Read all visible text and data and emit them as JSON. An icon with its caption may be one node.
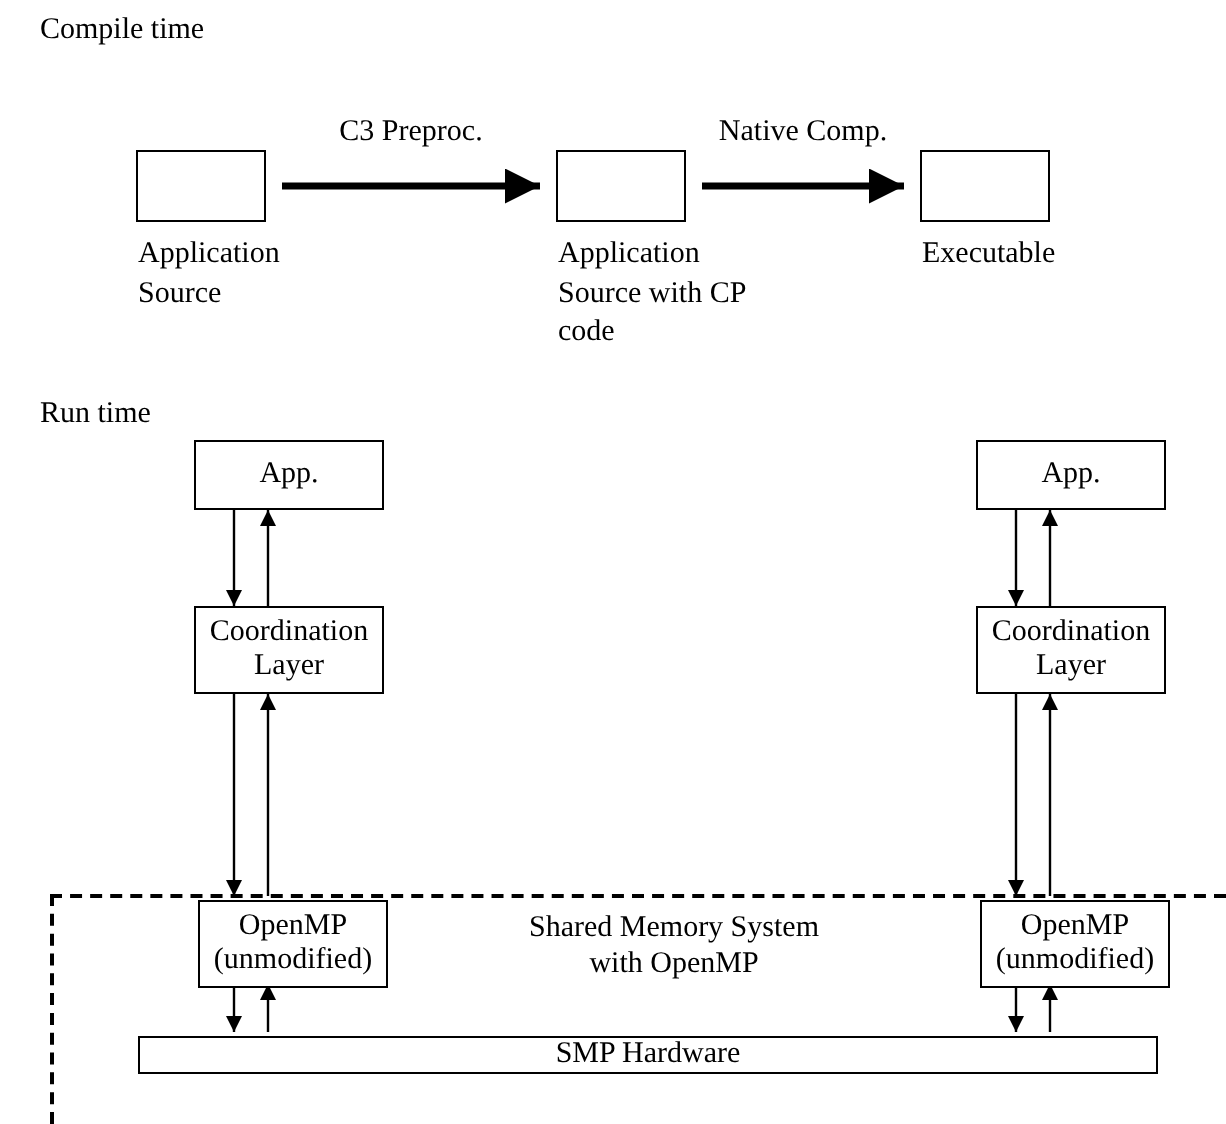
{
  "diagram": {
    "nodes": [
      {
        "text": [],
        "shape": "box",
        "beside": [
          "Application Source"
        ]
      },
      {
        "text": [],
        "shape": "box",
        "beside": [
          "Application Source with CP code"
        ]
      },
      {
        "text": [],
        "shape": "box",
        "beside": [
          "Executable"
        ]
      },
      {
        "text": [
          "App."
        ]
      },
      {
        "text": [
          "App."
        ]
      },
      {
        "text": [
          "Coordination Layer"
        ]
      },
      {
        "text": [
          "Coordination Layer"
        ]
      },
      {
        "text": [
          "Shared Memory System with OpenMP"
        ]
      },
      {
        "text": [
          "OpenMP (unmodified)"
        ],
        "in": 7
      },
      {
        "text": [
          "OpenMP (unmodified)"
        ],
        "in": 7
      },
      {
        "text": [
          "SMP Hardware"
        ],
        "in": 7
      }
    ],
    "edges": [
      {
        "from": 0,
        "to": 1,
        "arrow": "to",
        "label": "C3 Preproc.",
        "style": "thick"
      },
      {
        "from": 1,
        "to": 2,
        "arrow": "to",
        "label": "Native Comp.",
        "style": "thick"
      },
      {
        "from": 3,
        "to": 5,
        "arrow": "to"
      },
      {
        "from": 5,
        "to": 3,
        "arrow": "to"
      },
      {
        "from": 4,
        "to": 6,
        "arrow": "to"
      },
      {
        "from": 6,
        "to": 4,
        "arrow": "to"
      },
      {
        "from": 5,
        "to": 8,
        "arrow": "to"
      },
      {
        "from": 8,
        "to": 5,
        "arrow": "to"
      },
      {
        "from": 6,
        "to": 9,
        "arrow": "to"
      },
      {
        "from": 9,
        "to": 6,
        "arrow": "to"
      },
      {
        "from": 8,
        "to": 10,
        "arrow": "to"
      },
      {
        "from": 10,
        "to": 8,
        "arrow": "to"
      },
      {
        "from": 9,
        "to": 10,
        "arrow": "to"
      },
      {
        "from": 10,
        "to": 9,
        "arrow": "to"
      }
    ],
    "labels": [
      "Compile time",
      "Run time"
    ]
  }
}
